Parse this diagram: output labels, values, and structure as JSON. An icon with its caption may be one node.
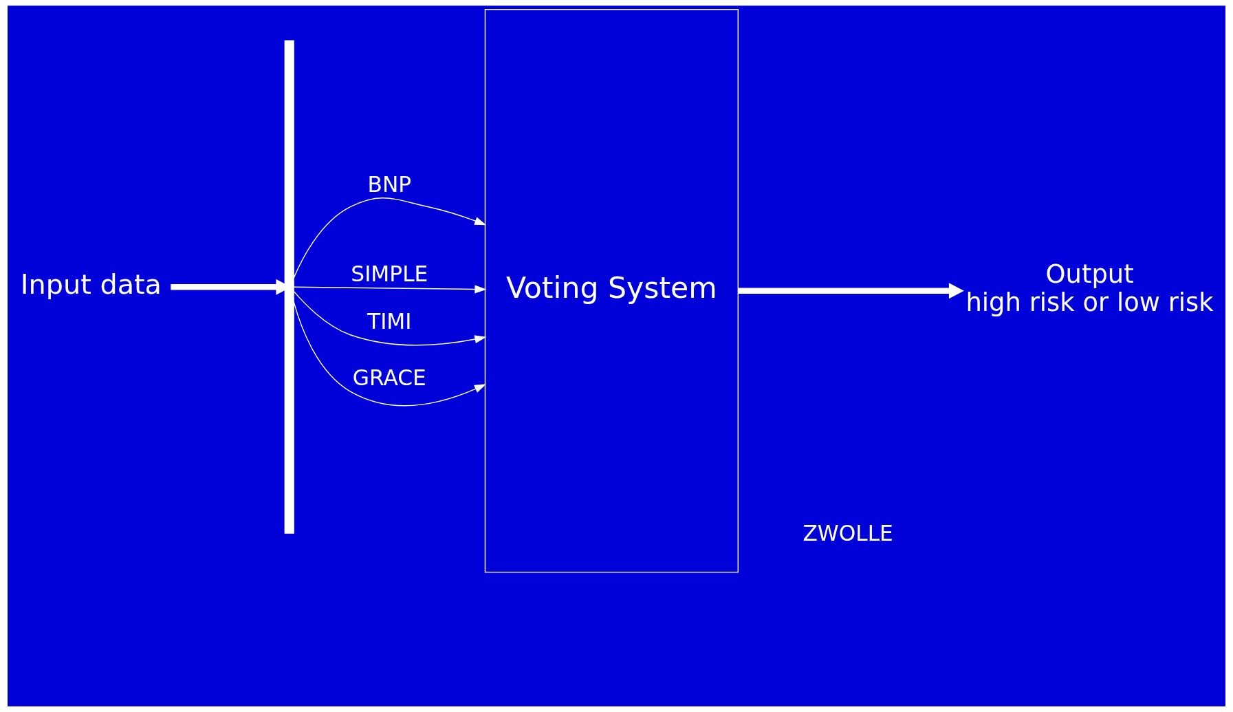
{
  "diagram": {
    "nodes": [
      {
        "text": [
          "Input data"
        ]
      },
      {
        "text": [],
        "shape": "bar"
      },
      {
        "text": [
          "Voting System"
        ]
      },
      {
        "text": [
          "Output",
          "high risk or low risk"
        ]
      }
    ],
    "edges": [
      {
        "from": 0,
        "to": 1,
        "arrow": "to",
        "style": "thick"
      },
      {
        "from": 1,
        "to": 2,
        "arrow": "to",
        "label": "BNP"
      },
      {
        "from": 1,
        "to": 2,
        "arrow": "to",
        "label": "SIMPLE"
      },
      {
        "from": 1,
        "to": 2,
        "arrow": "to",
        "label": "TIMI"
      },
      {
        "from": 1,
        "to": 2,
        "arrow": "to",
        "label": "GRACE"
      },
      {
        "from": 2,
        "to": 3,
        "arrow": "to",
        "style": "thick"
      }
    ],
    "labels": [
      "ZWOLLE"
    ]
  }
}
